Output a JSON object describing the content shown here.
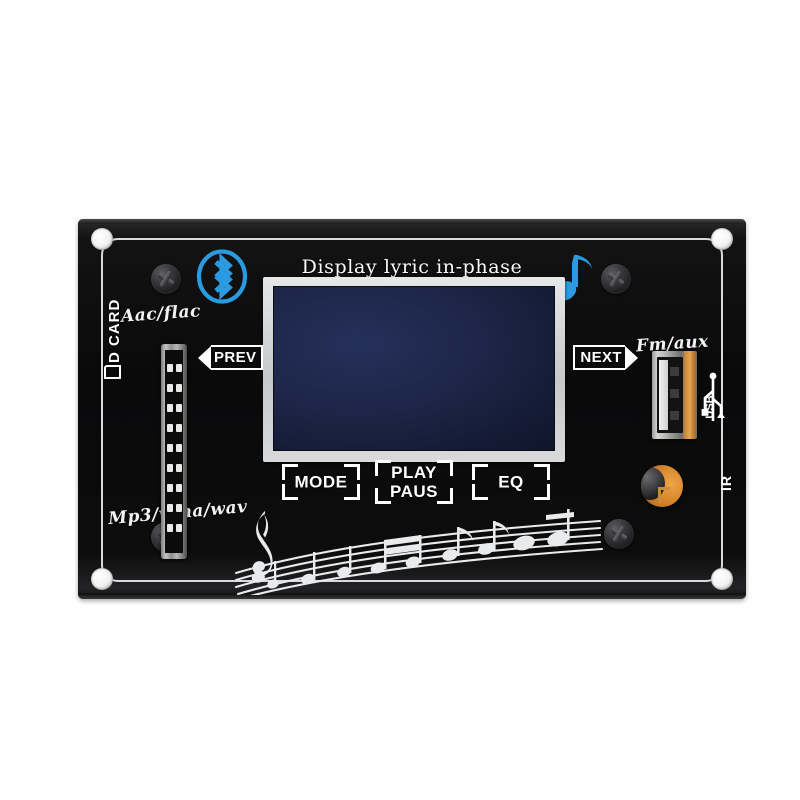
{
  "product": {
    "type": "mp3-bluetooth-decoder-board",
    "title": "Display lyric in-phase",
    "board_color": "#0b0b0c",
    "silk_color": "#d7d9da",
    "accent_blue": "#2b9ae0",
    "lcd_color": "#1d2648",
    "ir_color": "#d98a2d"
  },
  "labels": {
    "aac_flac": "Aac/flac",
    "mp3_wma_wav": "Mp3/wma/wav",
    "fm_aux": "Fm/aux",
    "sd_card": "D CARD",
    "usb": "USB",
    "ir": "IR"
  },
  "nav": {
    "prev": "PREV",
    "next": "NEXT"
  },
  "buttons": [
    {
      "id": "mode",
      "label": "MODE"
    },
    {
      "id": "play_pause",
      "label_line1": "PLAY",
      "label_line2": "PAUS"
    },
    {
      "id": "eq",
      "label": "EQ"
    }
  ],
  "icons": {
    "bluetooth": "bluetooth-icon",
    "music_note": "music-note-icon",
    "usb_trident": "usb-icon",
    "sd_card_glyph": "sd-card-icon",
    "music_staff": "music-staff-decoration"
  },
  "screen": {
    "state": "off",
    "text": ""
  }
}
